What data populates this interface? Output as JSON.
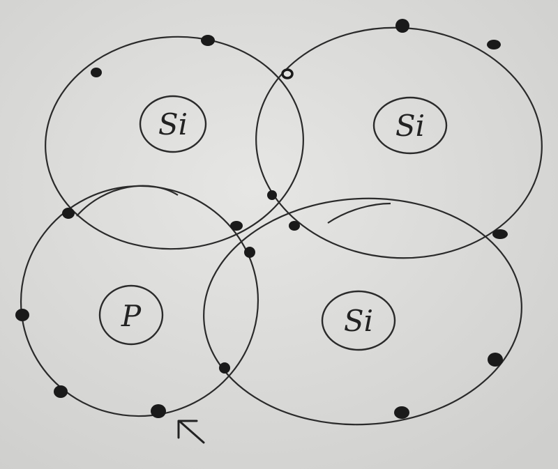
{
  "diagram": {
    "atoms": [
      {
        "id": "top-left",
        "symbol": "Si"
      },
      {
        "id": "top-right",
        "symbol": "Si"
      },
      {
        "id": "bottom-left",
        "symbol": "P"
      },
      {
        "id": "bottom-right",
        "symbol": "Si"
      }
    ],
    "colors": {
      "background": "#d9d9d7",
      "ink": "#2a2a2a"
    },
    "arrow_icon": "arrow-up-left-icon"
  }
}
